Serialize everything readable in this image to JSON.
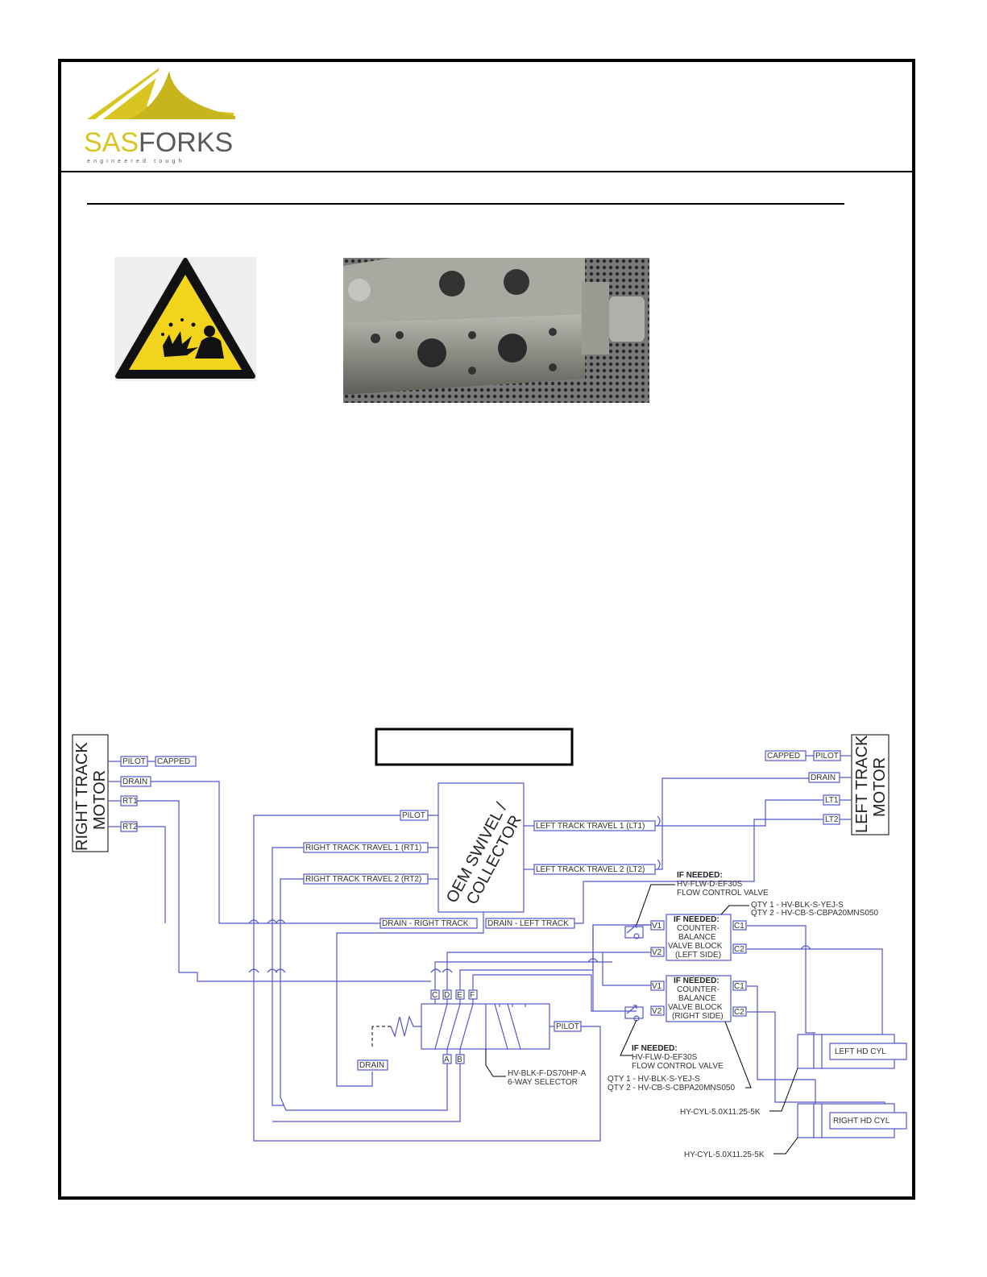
{
  "brand": {
    "name_part1": "SAS",
    "name_part2": "FORKS",
    "tagline": "engineered tough",
    "color_yellow": "#d9c522",
    "color_gray": "#5a5a5a"
  },
  "images": {
    "warning_icon": "explosion-warning-icon",
    "valve_photo": "valve-block-photo"
  },
  "diagram": {
    "right_motor": {
      "line1": "RIGHT TRACK",
      "line2": "MOTOR",
      "ports": [
        "PILOT",
        "CAPPED",
        "DRAIN",
        "RT1",
        "RT2"
      ]
    },
    "left_motor": {
      "line1": "LEFT TRACK",
      "line2": "MOTOR",
      "ports": [
        "CAPPED",
        "PILOT",
        "DRAIN",
        "LT1",
        "LT2"
      ]
    },
    "swivel": {
      "line1": "OEM SWIVEL /",
      "line2": "COLLECTOR"
    },
    "swivel_ports": {
      "pilot": "PILOT",
      "rt1": "RIGHT TRACK TRAVEL 1 (RT1)",
      "rt2": "RIGHT TRACK TRAVEL 2 (RT2)",
      "lt1": "LEFT TRACK TRAVEL 1 (LT1)",
      "lt2": "LEFT TRACK TRAVEL 2 (LT2)",
      "drain_right": "DRAIN - RIGHT TRACK",
      "drain_left": "DRAIN - LEFT TRACK"
    },
    "flow_valve_top": {
      "line1": "IF NEEDED:",
      "line2": "HV-FLW-D-EF30S",
      "line3": "FLOW CONTROL VALVE"
    },
    "flow_valve_bottom": {
      "line1": "IF NEEDED:",
      "line2": "HV-FLW-D-EF30S",
      "line3": "FLOW CONTROL VALVE"
    },
    "qty_top": {
      "line1": "QTY 1 - HV-BLK-S-YEJ-S",
      "line2": "QTY 2 - HV-CB-S-CBPA20MNS050"
    },
    "qty_bottom": {
      "line1": "QTY 1 - HV-BLK-S-YEJ-S",
      "line2": "QTY 2 - HV-CB-S-CBPA20MNS050"
    },
    "cb_left": {
      "line1": "IF NEEDED:",
      "line2": "COUNTER-",
      "line3": "BALANCE",
      "line4": "VALVE BLOCK",
      "line5": "(LEFT SIDE)"
    },
    "cb_right": {
      "line1": "IF NEEDED:",
      "line2": "COUNTER-",
      "line3": "BALANCE",
      "line4": "VALVE BLOCK",
      "line5": "(RIGHT SIDE)"
    },
    "cb_ports": {
      "v1": "V1",
      "v2": "V2",
      "c1": "C1",
      "c2": "C2"
    },
    "selector_ports": {
      "c": "C",
      "d": "D",
      "e": "E",
      "f": "F",
      "a": "A",
      "b": "B",
      "pilot": "PILOT",
      "drain": "DRAIN"
    },
    "selector": {
      "line1": "HV-BLK-F-DS70HP-A",
      "line2": "6-WAY SELECTOR"
    },
    "cyl_left": "LEFT HD CYL",
    "cyl_right": "RIGHT HD CYL",
    "cyl_part_1": "HY-CYL-5.0X11.25-5K",
    "cyl_part_2": "HY-CYL-5.0X11.25-5K"
  }
}
